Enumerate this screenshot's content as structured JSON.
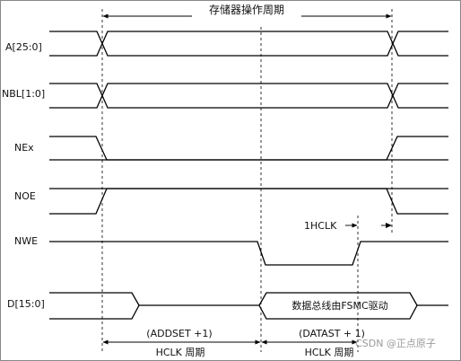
{
  "title": "存储器操作周期",
  "signals": [
    {
      "id": "addr",
      "label": "A[25:0]"
    },
    {
      "id": "nbl",
      "label": "NBL[1:0]"
    },
    {
      "id": "nex",
      "label": "NEx"
    },
    {
      "id": "noe",
      "label": "NOE"
    },
    {
      "id": "nwe",
      "label": "NWE"
    },
    {
      "id": "data",
      "label": "D[15:0]"
    }
  ],
  "annotations": {
    "hold_label": "1HCLK",
    "data_driven_label": "数据总线由FSMC驱动",
    "addset_line1": "(ADDSET +1)",
    "addset_line2": "HCLK 周期",
    "datast_line1": "(DATAST + 1)",
    "datast_line2": "HCLK 周期"
  },
  "watermark": "CSDN @正点原子"
}
